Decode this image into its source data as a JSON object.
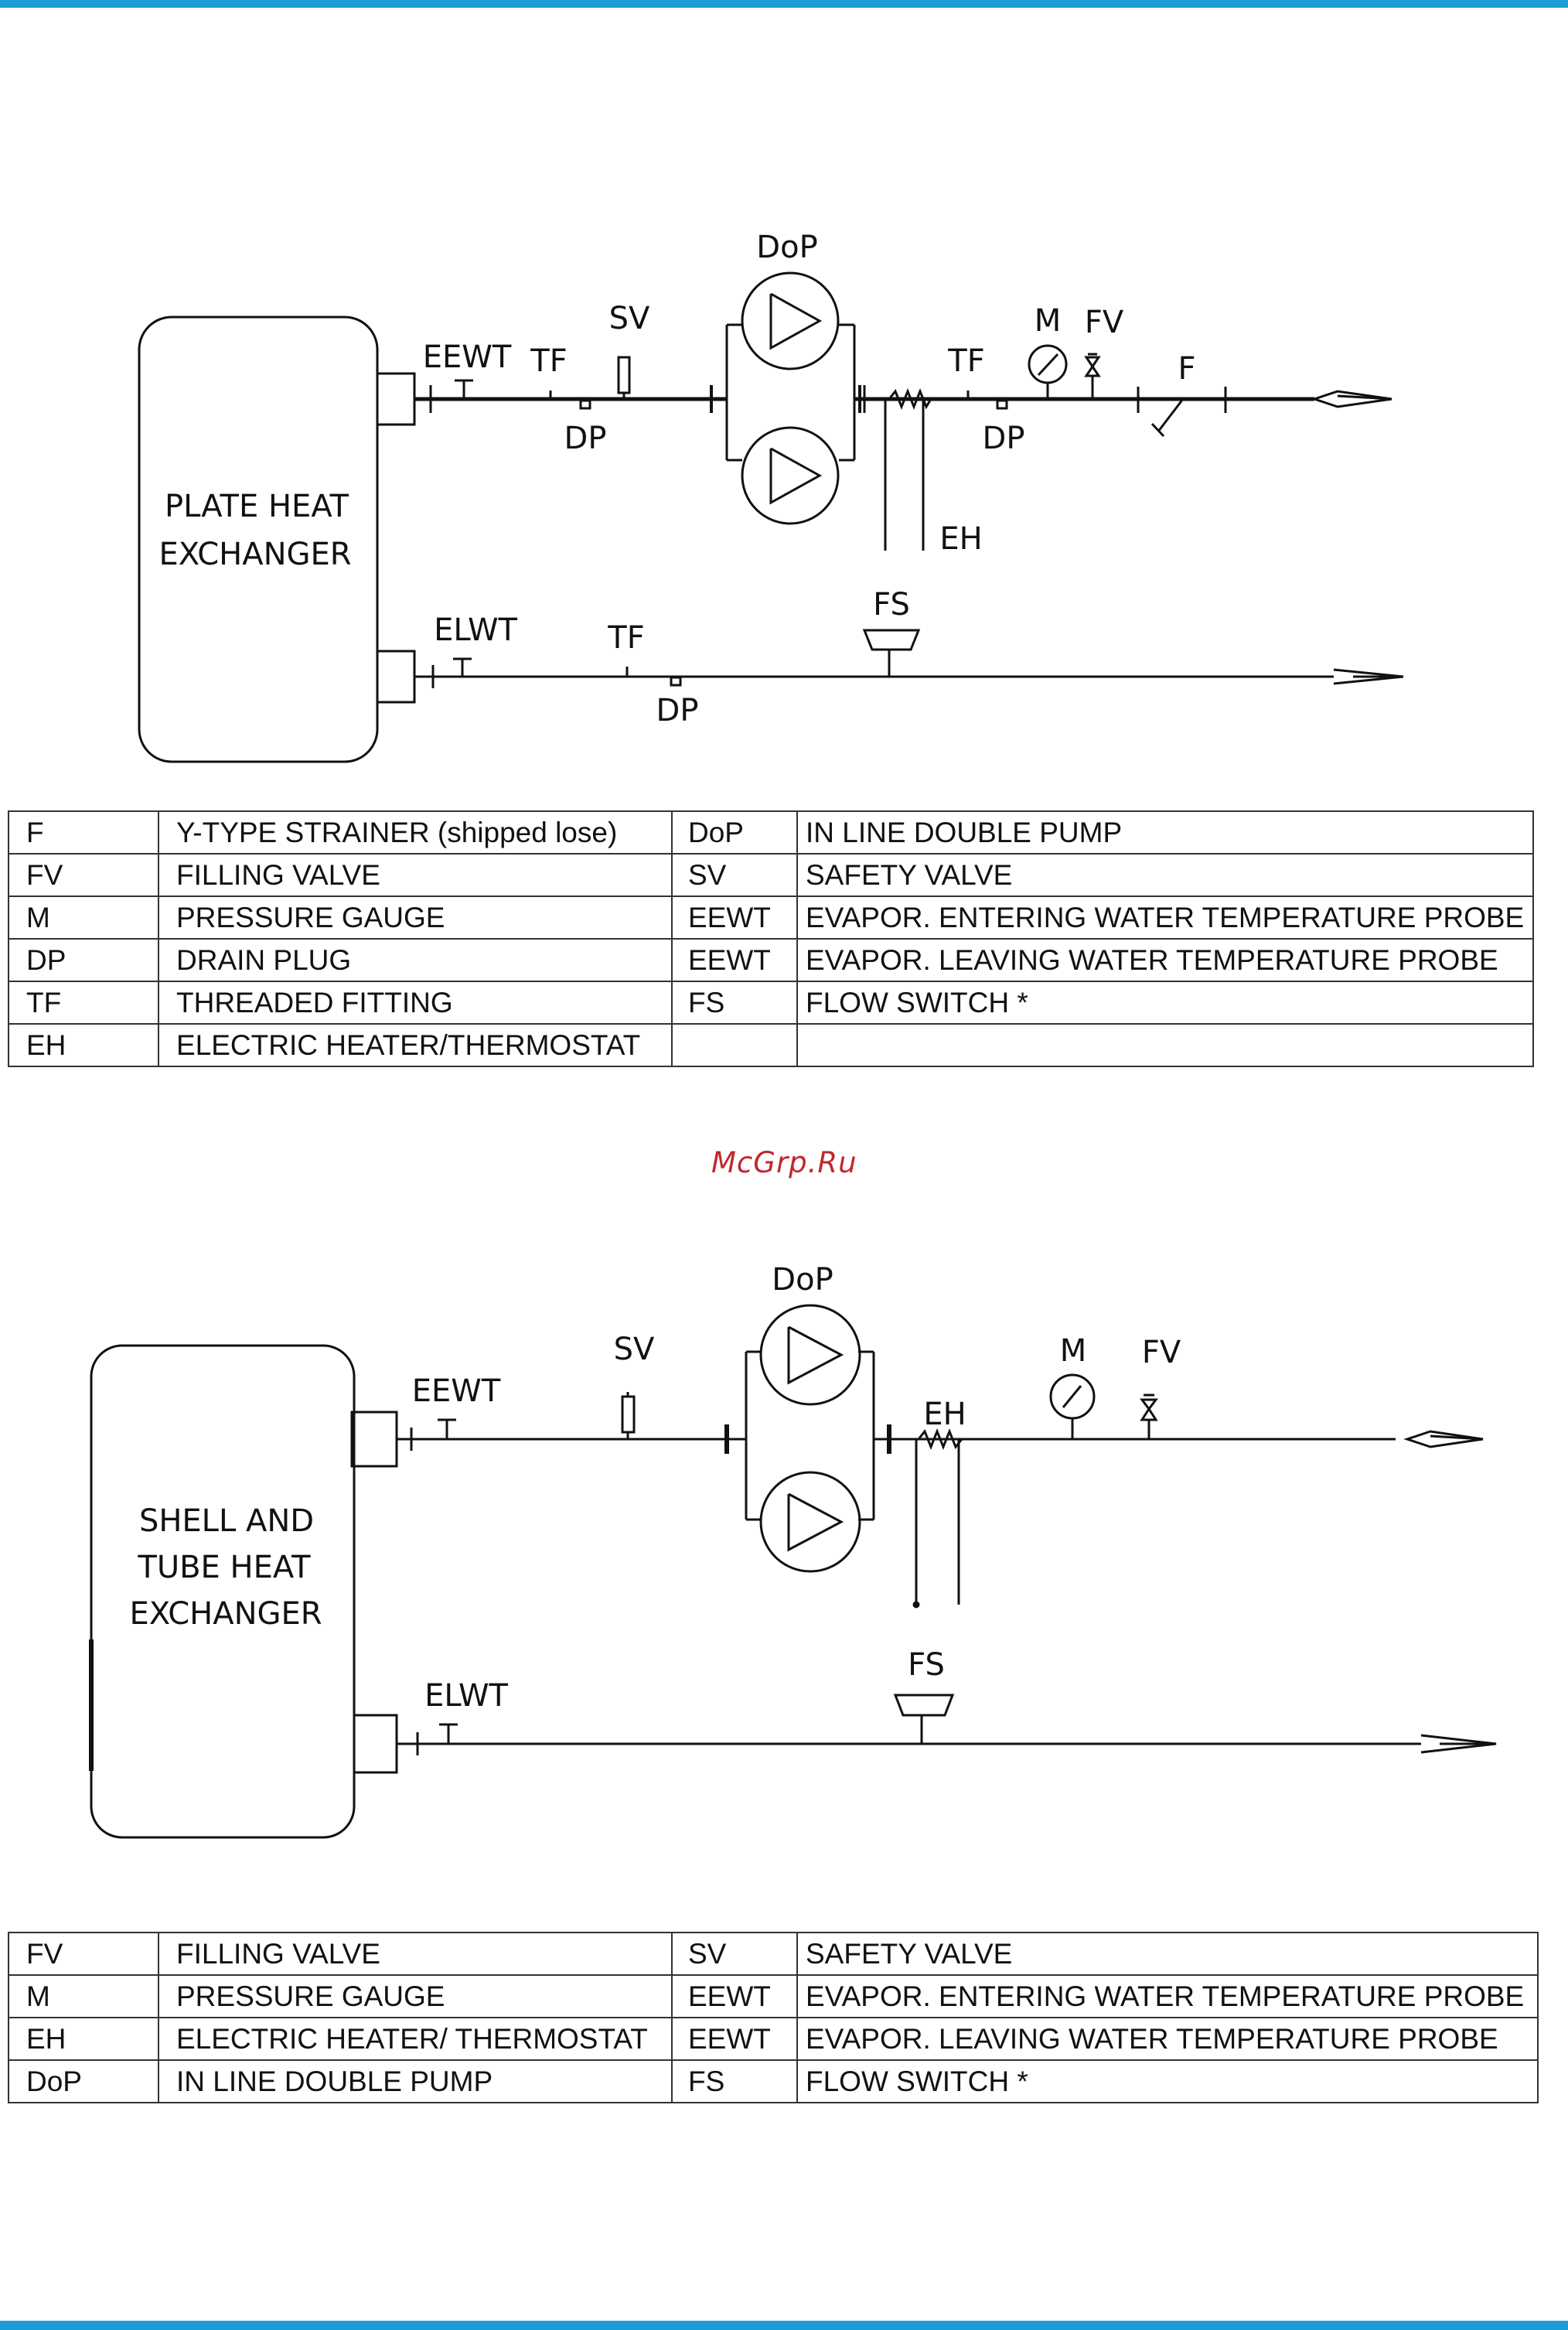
{
  "watermark": "McGrp.Ru",
  "diagram1": {
    "exchanger_line1": "PLATE HEAT",
    "exchanger_line2": "EXCHANGER",
    "labels": {
      "dop": "DoP",
      "sv": "SV",
      "eewt": "EEWT",
      "tf1": "TF",
      "dp1": "DP",
      "tf2": "TF",
      "dp2": "DP",
      "m": "M",
      "fv": "FV",
      "f": "F",
      "eh": "EH",
      "elwt": "ELWT",
      "tf3": "TF",
      "dp3": "DP",
      "fs": "FS"
    }
  },
  "legend1": {
    "rows": [
      {
        "c1": "F",
        "d1": "Y-TYPE STRAINER (shipped lose)",
        "c2": "DoP",
        "d2": "IN LINE DOUBLE PUMP"
      },
      {
        "c1": "FV",
        "d1": "FILLING VALVE",
        "c2": "SV",
        "d2": "SAFETY VALVE"
      },
      {
        "c1": "M",
        "d1": "PRESSURE GAUGE",
        "c2": "EEWT",
        "d2": "EVAPOR. ENTERING WATER TEMPERATURE PROBE"
      },
      {
        "c1": "DP",
        "d1": "DRAIN PLUG",
        "c2": "EEWT",
        "d2": "EVAPOR. LEAVING WATER TEMPERATURE PROBE"
      },
      {
        "c1": "TF",
        "d1": "THREADED FITTING",
        "c2": "FS",
        "d2": "FLOW SWITCH *"
      },
      {
        "c1": "EH",
        "d1": "ELECTRIC HEATER/THERMOSTAT",
        "c2": "",
        "d2": ""
      }
    ]
  },
  "diagram2": {
    "exchanger_line1": "SHELL AND",
    "exchanger_line2": "TUBE HEAT",
    "exchanger_line3": "EXCHANGER",
    "labels": {
      "dop": "DoP",
      "sv": "SV",
      "eewt": "EEWT",
      "eh": "EH",
      "m": "M",
      "fv": "FV",
      "elwt": "ELWT",
      "fs": "FS"
    }
  },
  "legend2": {
    "rows": [
      {
        "c1": "FV",
        "d1": "FILLING VALVE",
        "c2": "SV",
        "d2": "SAFETY VALVE"
      },
      {
        "c1": "M",
        "d1": "PRESSURE GAUGE",
        "c2": "EEWT",
        "d2": "EVAPOR. ENTERING WATER TEMPERATURE PROBE"
      },
      {
        "c1": "EH",
        "d1": "ELECTRIC HEATER/ THERMOSTAT",
        "c2": "EEWT",
        "d2": "EVAPOR. LEAVING WATER TEMPERATURE PROBE"
      },
      {
        "c1": "DoP",
        "d1": "IN LINE DOUBLE PUMP",
        "c2": "FS",
        "d2": "FLOW SWITCH *"
      }
    ]
  },
  "colors": {
    "accent_bar": "#1e9ad6",
    "watermark": "#c0282d",
    "line": "#111111"
  }
}
